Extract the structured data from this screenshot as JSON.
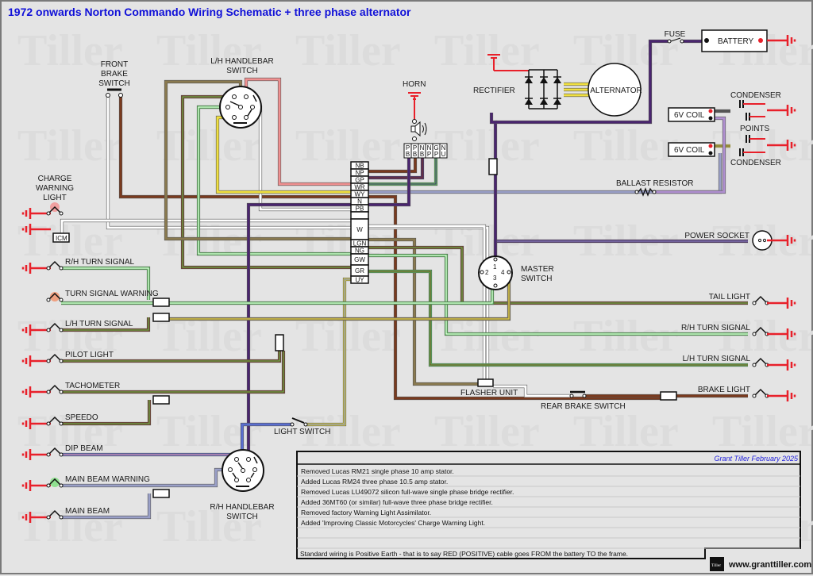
{
  "title": "1972 onwards Norton Commando Wiring Schematic + three phase alternator",
  "watermark": "Tiller",
  "colors": {
    "title": "#1010d8",
    "earth_red": "#e8202a",
    "brown": "#7a3a1e",
    "purple": "#4a2570",
    "green": "#5cc85c",
    "white": "#ffffff",
    "yellow": "#f0e040",
    "blue": "#5a6ed0",
    "pink": "#f09090",
    "olive": "#8a7a50",
    "lilac": "#b090d0",
    "slate": "#9aa0c8"
  },
  "components": {
    "front_brake_switch": [
      "FRONT",
      "BRAKE",
      "SWITCH"
    ],
    "lh_handlebar_switch": [
      "L/H HANDLEBAR",
      "SWITCH"
    ],
    "rh_handlebar_switch": [
      "R/H HANDLEBAR",
      "SWITCH"
    ],
    "horn": "HORN",
    "rectifier": "RECTIFIER",
    "alternator": "ALTERNATOR",
    "fuse": "FUSE",
    "battery": "BATTERY",
    "condenser_top": "CONDENSER",
    "condenser_bottom": "CONDENSER",
    "points": "POINTS",
    "coil_top": "6V COIL",
    "coil_bottom": "6V COIL",
    "ballast_resistor": "BALLAST RESISTOR",
    "charge_warning_light": [
      "CHARGE",
      "WARNING",
      "LIGHT"
    ],
    "icm": "ICM",
    "power_socket": "POWER SOCKET",
    "master_switch": [
      "MASTER",
      "SWITCH"
    ],
    "master_switch_pins": [
      "1",
      "2",
      "3",
      "4"
    ],
    "flasher_unit": "FLASHER UNIT",
    "rear_brake_switch": "REAR BRAKE SWITCH",
    "light_switch": "LIGHT SWITCH"
  },
  "left_lamps": [
    {
      "label": "R/H TURN SIGNAL",
      "indicator": null
    },
    {
      "label": "TURN SIGNAL WARNING",
      "indicator": "#f0a080"
    },
    {
      "label": "L/H TURN SIGNAL",
      "indicator": null
    },
    {
      "label": "PILOT LIGHT",
      "indicator": null
    },
    {
      "label": "TACHOMETER",
      "indicator": null
    },
    {
      "label": "SPEEDO",
      "indicator": null
    },
    {
      "label": "DIP BEAM",
      "indicator": null
    },
    {
      "label": "MAIN BEAM WARNING",
      "indicator": "#90e090"
    },
    {
      "label": "MAIN BEAM",
      "indicator": null
    }
  ],
  "right_lamps": [
    {
      "label": "TAIL LIGHT"
    },
    {
      "label": "R/H TURN SIGNAL"
    },
    {
      "label": "L/H TURN SIGNAL"
    },
    {
      "label": "BRAKE LIGHT"
    }
  ],
  "connector_block": [
    "NB",
    "NP",
    "GP",
    "WR",
    "WY",
    "N",
    "PB",
    "",
    "W",
    "LGN",
    "NG",
    "GW",
    "GR",
    "UY"
  ],
  "horn_connector": [
    {
      "top": "P",
      "bottom": "B"
    },
    {
      "top": "P",
      "bottom": "B"
    },
    {
      "top": "N",
      "bottom": "B"
    },
    {
      "top": "N",
      "bottom": "P"
    },
    {
      "top": "G",
      "bottom": "P"
    },
    {
      "top": "N",
      "bottom": "U"
    }
  ],
  "notes": {
    "credit": "Grant Tiller February 2025",
    "lines": [
      "Removed Lucas RM21 single phase 10 amp stator.",
      "Added Lucas RM24 three phase 10.5 amp stator.",
      "Removed Lucas LU49072 silicon full-wave single phase bridge rectifier.",
      "Added 36MT60 (or similar) full-wave three phase bridge rectifier.",
      "Removed factory Warning Light Assimilator.",
      "Added 'Improving Classic Motorcycles' Charge Warning Light.",
      "",
      ""
    ],
    "footer": "Standard wiring is Positive Earth - that is to say RED (POSITIVE) cable goes FROM the battery TO the frame."
  },
  "logo_text": "Tiller",
  "website": "www.granttiller.com"
}
